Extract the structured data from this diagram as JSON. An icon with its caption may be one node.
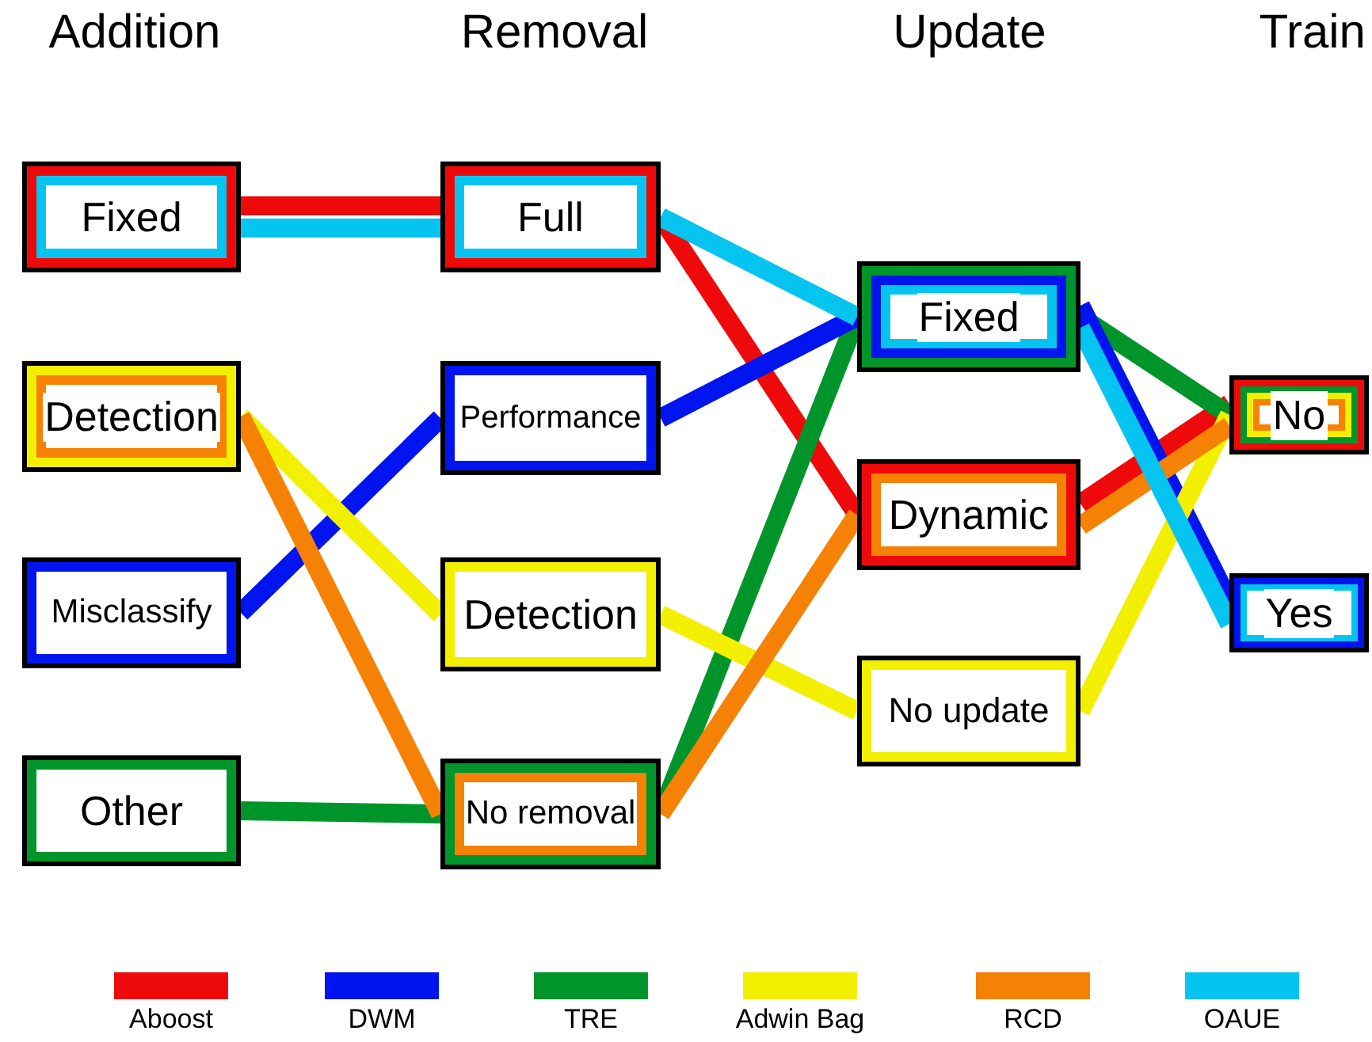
{
  "diagram": {
    "nodes": [
      {
        "text": [
          "Fixed"
        ]
      },
      {
        "text": [
          "Detection"
        ]
      },
      {
        "text": [
          "Misclassify"
        ]
      },
      {
        "text": [
          "Other"
        ]
      },
      {
        "text": [
          "Full"
        ]
      },
      {
        "text": [
          "Performance"
        ]
      },
      {
        "text": [
          "Detection"
        ]
      },
      {
        "text": [
          "No removal"
        ]
      },
      {
        "text": [
          "Fixed"
        ]
      },
      {
        "text": [
          "Dynamic"
        ]
      },
      {
        "text": [
          "No update"
        ]
      },
      {
        "text": [
          "No"
        ]
      },
      {
        "text": [
          "Yes"
        ]
      }
    ],
    "edges": [
      {
        "from": 0,
        "to": 4,
        "arrow": "none",
        "color": "#ee0a0a"
      },
      {
        "from": 4,
        "to": 9,
        "arrow": "none",
        "color": "#ee0a0a"
      },
      {
        "from": 9,
        "to": 11,
        "arrow": "none",
        "color": "#ee0a0a"
      },
      {
        "from": 3,
        "to": 7,
        "arrow": "none",
        "color": "#00952a"
      },
      {
        "from": 7,
        "to": 8,
        "arrow": "none",
        "color": "#00952a"
      },
      {
        "from": 8,
        "to": 11,
        "arrow": "none",
        "color": "#00952a"
      },
      {
        "from": 2,
        "to": 5,
        "arrow": "none",
        "color": "#0014f0"
      },
      {
        "from": 5,
        "to": 8,
        "arrow": "none",
        "color": "#0014f0"
      },
      {
        "from": 8,
        "to": 12,
        "arrow": "none",
        "color": "#0014f0"
      },
      {
        "from": 1,
        "to": 6,
        "arrow": "none",
        "color": "#f2f000"
      },
      {
        "from": 6,
        "to": 10,
        "arrow": "none",
        "color": "#f2f000"
      },
      {
        "from": 10,
        "to": 11,
        "arrow": "none",
        "color": "#f2f000"
      },
      {
        "from": 1,
        "to": 7,
        "arrow": "none",
        "color": "#f58205"
      },
      {
        "from": 7,
        "to": 9,
        "arrow": "none",
        "color": "#f58205"
      },
      {
        "from": 9,
        "to": 11,
        "arrow": "none",
        "color": "#f58205"
      },
      {
        "from": 0,
        "to": 4,
        "arrow": "none",
        "color": "#06c4f0"
      },
      {
        "from": 4,
        "to": 8,
        "arrow": "none",
        "color": "#06c4f0"
      },
      {
        "from": 8,
        "to": 12,
        "arrow": "none",
        "color": "#06c4f0"
      }
    ],
    "labels": [
      "Addition",
      "Removal",
      "Update",
      "Train"
    ],
    "legend": [
      {
        "text": "Aboost",
        "color": "#ee0a0a"
      },
      {
        "text": "DWM",
        "color": "#0014f0"
      },
      {
        "text": "TRE",
        "color": "#00952a"
      },
      {
        "text": "Adwin Bag",
        "color": "#f2f000"
      },
      {
        "text": "RCD",
        "color": "#f58205"
      },
      {
        "text": "OAUE",
        "color": "#06c4f0"
      }
    ]
  }
}
